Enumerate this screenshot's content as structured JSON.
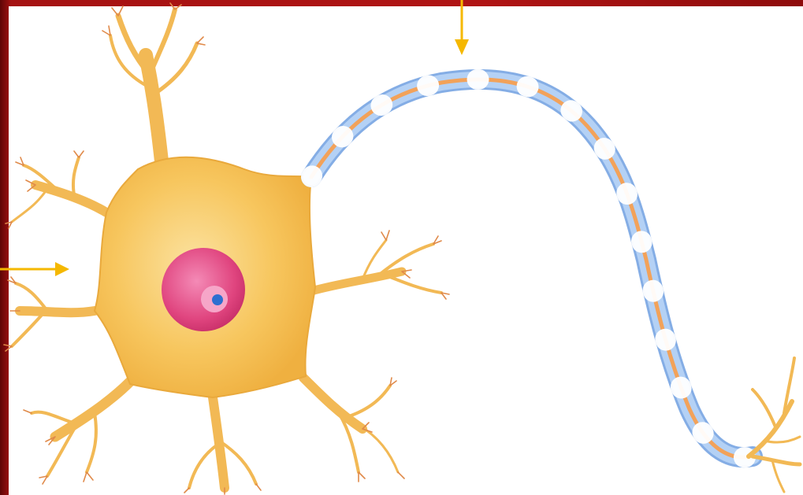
{
  "slide": {
    "background_color": "#a51212",
    "panel_color": "#ffffff"
  },
  "figure": {
    "type": "neuron-illustration",
    "colors": {
      "cell_body": "#f7c65e",
      "cell_body_stroke": "#e9a93c",
      "dendrite": "#f2b955",
      "dendrite_tip": "#e08a4a",
      "nucleus": "#e0457f",
      "nucleus_highlight": "#f6a6c8",
      "nucleolus": "#2e6fd0",
      "myelin": "#9ec2ef",
      "myelin_stroke": "#6f9fe0",
      "axon": "#f2a25a",
      "arrow": "#f5b800"
    },
    "pointer_arrows": [
      {
        "name": "arrow-to-cell-body",
        "direction": "right"
      },
      {
        "name": "arrow-to-axon",
        "direction": "down"
      }
    ]
  }
}
